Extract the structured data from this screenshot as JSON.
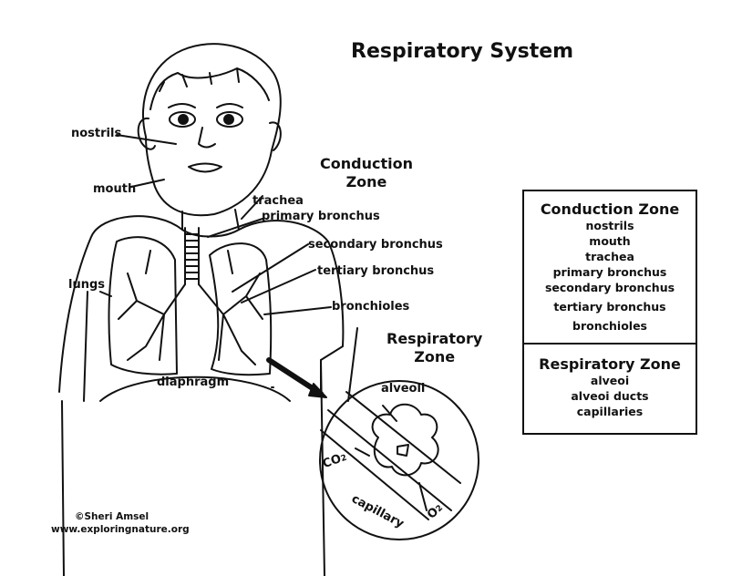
{
  "title": "Respiratory System",
  "labels": {
    "nostrils": "nostrils",
    "mouth": "mouth",
    "lungs": "lungs",
    "trachea": "trachea",
    "primary_bronchus": "primary bronchus",
    "secondary_bronchus": "secondary bronchus",
    "tertiary_bronchus": "tertiary bronchus",
    "bronchioles": "bronchioles",
    "diaphragm": "diaphragm",
    "alveoli": "alveoli",
    "capillary": "capillary",
    "co2": "CO",
    "o2": "O",
    "sub2": "2"
  },
  "zones": {
    "conduction_line1": "Conduction",
    "conduction_line2": "Zone",
    "respiratory_line1": "Respiratory",
    "respiratory_line2": "Zone"
  },
  "legend": {
    "conduction": {
      "heading": "Conduction Zone",
      "items": [
        "nostrils",
        "mouth",
        "trachea",
        "primary bronchus",
        "secondary bronchus",
        "tertiary bronchus",
        "bronchioles"
      ]
    },
    "respiratory": {
      "heading": "Respiratory Zone",
      "items": [
        "alveoi",
        "alveoi ducts",
        "capillaries"
      ]
    }
  },
  "credit": {
    "author": "Sheri Amsel",
    "copyright_symbol": "©",
    "website": "www.exploringnature.org"
  }
}
